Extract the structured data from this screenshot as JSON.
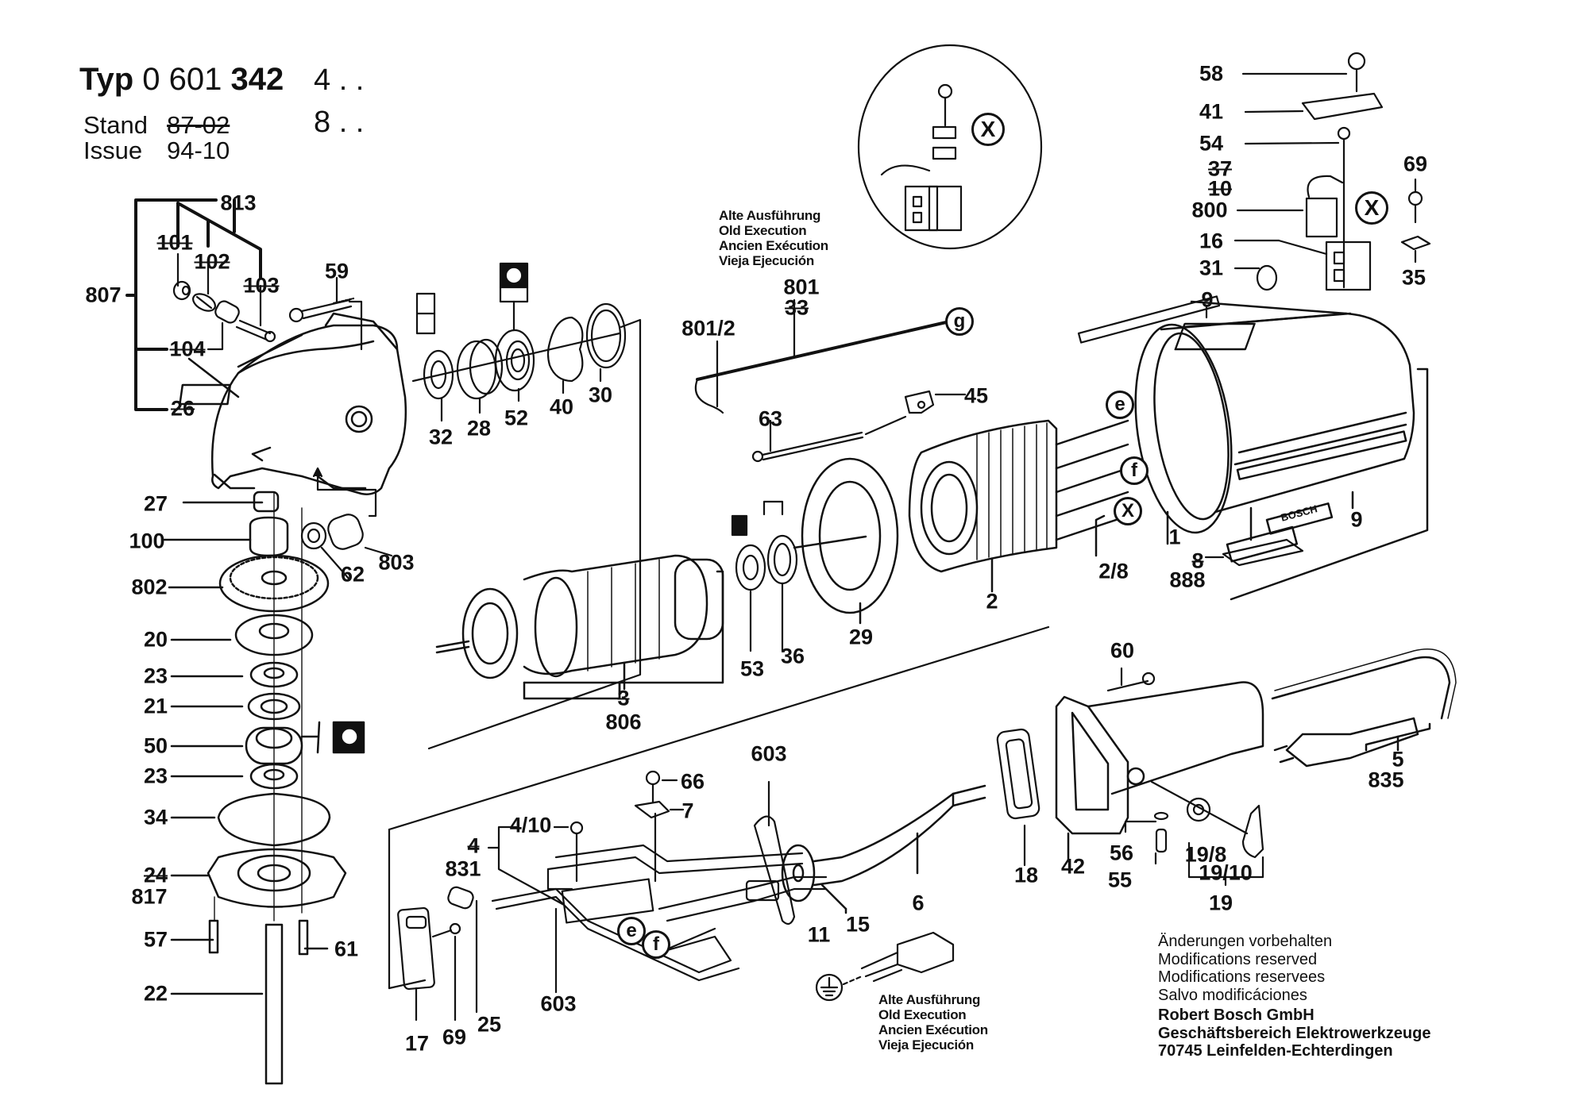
{
  "header": {
    "typ_label": "Typ",
    "typ_number_prefix": "0 601",
    "typ_number_main": "342",
    "variant_1": "4 . .",
    "variant_2": "8 . .",
    "stand_label": "Stand",
    "stand_value_struck": "87-02",
    "issue_label": "Issue",
    "issue_value": "94-10"
  },
  "notes": {
    "old_execution_top": [
      "Alte Ausführung",
      "Old Execution",
      "Ancien Exécution",
      "Vieja Ejecución"
    ],
    "old_execution_bottom": [
      "Alte Ausführung",
      "Old Execution",
      "Ancien Exécution",
      "Vieja Ejecución"
    ]
  },
  "footer": {
    "lines": [
      "Änderungen vorbehalten",
      "Modifications reserved",
      "Modifications reservees",
      "Salvo modificáciones"
    ],
    "company": [
      "Robert Bosch GmbH",
      "Geschäftsbereich Elektrowerkzeuge",
      "70745 Leinfelden-Echterdingen"
    ]
  },
  "detail_markers": {
    "x": "X",
    "e": "e",
    "f": "f",
    "g": "g"
  },
  "brand_text_on_housing": "BOSCH",
  "part_labels": {
    "p813": "813",
    "p807": "807",
    "p101": "101",
    "p102": "102",
    "p103": "103",
    "p104": "104",
    "p26": "26",
    "p59": "59",
    "p32": "32",
    "p28": "28",
    "p52": "52",
    "p40": "40",
    "p30": "30",
    "p801_2": "801/2",
    "p801": "801",
    "p33": "33",
    "p63": "63",
    "p45": "45",
    "p58": "58",
    "p41": "41",
    "p54": "54",
    "p37": "37",
    "p10": "10",
    "p800": "800",
    "p16": "16",
    "p31": "31",
    "p69a": "69",
    "p35": "35",
    "p9a": "9",
    "p9b": "9",
    "p1": "1",
    "p2": "2",
    "p2_8": "2/8",
    "p8": "8",
    "p888": "888",
    "p27": "27",
    "p100": "100",
    "p802": "802",
    "p62": "62",
    "p803": "803",
    "p20": "20",
    "p23a": "23",
    "p21": "21",
    "p50": "50",
    "p23b": "23",
    "p34": "34",
    "p24": "24",
    "p817": "817",
    "p57": "57",
    "p61": "61",
    "p22": "22",
    "p53": "53",
    "p36": "36",
    "p29": "29",
    "p3": "3",
    "p806": "806",
    "p603a": "603",
    "p66": "66",
    "p7": "7",
    "p4_10": "4/10",
    "p4": "4",
    "p831": "831",
    "p603b": "603",
    "p11": "11",
    "p15": "15",
    "p6": "6",
    "p17": "17",
    "p69b": "69",
    "p25": "25",
    "p60": "60",
    "p18": "18",
    "p42": "42",
    "p56": "56",
    "p55": "55",
    "p19_8": "19/8",
    "p19_10": "19/10",
    "p19": "19",
    "p5": "5",
    "p835": "835"
  }
}
